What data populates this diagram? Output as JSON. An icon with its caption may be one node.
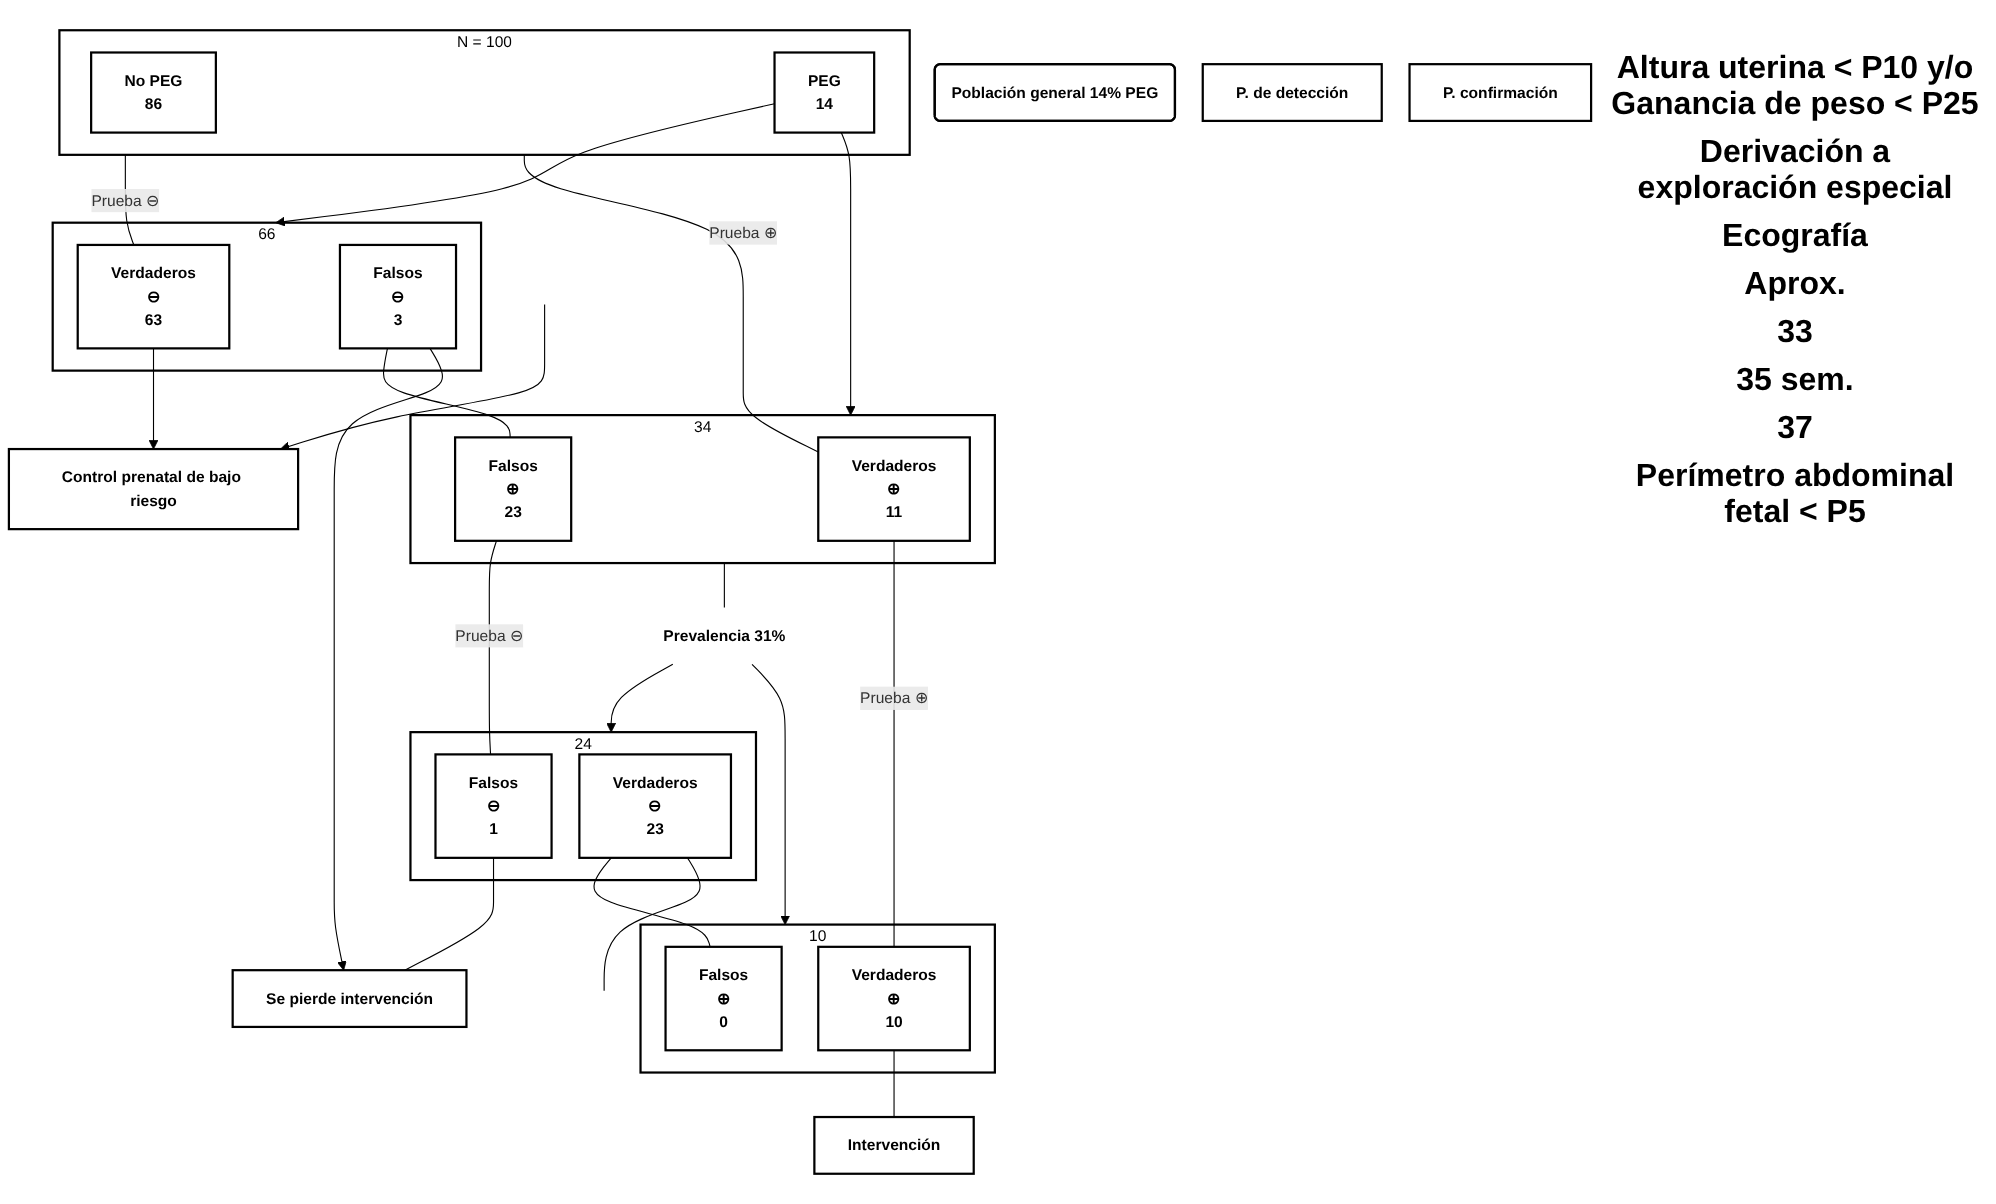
{
  "diagram": {
    "nodes": [
      {
        "text": [
          "Población general 14% PEG"
        ]
      },
      {
        "text": [
          "N = 100"
        ]
      },
      {
        "text": [
          "No PEG",
          "86"
        ],
        "in": 1
      },
      {
        "text": [
          "PEG",
          "14"
        ],
        "in": 1
      },
      {
        "text": [
          "66"
        ]
      },
      {
        "text": [
          "Verdaderos",
          "⊖",
          "63"
        ],
        "in": 4
      },
      {
        "text": [
          "Falsos",
          "⊖",
          "3"
        ],
        "in": 4
      },
      {
        "text": [
          "34"
        ]
      },
      {
        "text": [
          "Falsos",
          "⊕",
          "23"
        ],
        "in": 7
      },
      {
        "text": [
          "Verdaderos",
          "⊕",
          "11"
        ],
        "in": 7
      },
      {
        "text": [
          "Prevalencia 31%"
        ]
      },
      {
        "text": [
          "24"
        ]
      },
      {
        "text": [
          "Falsos",
          "⊖",
          "1"
        ],
        "in": 11
      },
      {
        "text": [
          "Verdaderos",
          "⊖",
          "23"
        ],
        "in": 11
      },
      {
        "text": [
          "10"
        ]
      },
      {
        "text": [
          "Falsos",
          "⊕",
          "0"
        ],
        "in": 14
      },
      {
        "text": [
          "Verdaderos",
          "⊕",
          "10"
        ],
        "in": 14
      },
      {
        "text": [
          "Control prenatal de bajo riesgo"
        ]
      },
      {
        "text": [
          "Se pierde intervención"
        ]
      },
      {
        "text": [
          "Intervención"
        ]
      },
      {
        "text": [
          "P. de detección"
        ]
      },
      {
        "text": [
          "P. confirmación"
        ]
      }
    ],
    "edges": [
      {
        "from": 3,
        "to": 4,
        "arrow": "to"
      },
      {
        "from": 3,
        "to": 7,
        "arrow": "to"
      },
      {
        "from": 1,
        "to": 5,
        "arrow": "none",
        "label": "Prueba ⊖"
      },
      {
        "from": 1,
        "to": 9,
        "arrow": "none",
        "label": "Prueba ⊕"
      },
      {
        "from": 6,
        "to": 8,
        "arrow": "none"
      },
      {
        "from": 5,
        "to": 17,
        "arrow": "to"
      },
      {
        "from": 6,
        "to": 18,
        "arrow": "to"
      },
      {
        "from": 7,
        "to": 10,
        "arrow": "none"
      },
      {
        "from": 10,
        "to": 11,
        "arrow": "to"
      },
      {
        "from": 10,
        "to": 14,
        "arrow": "to"
      },
      {
        "from": 8,
        "to": 12,
        "arrow": "none",
        "label": "Prueba ⊖"
      },
      {
        "from": 9,
        "to": 16,
        "arrow": "none",
        "label": "Prueba ⊕"
      },
      {
        "from": 13,
        "to": 15,
        "arrow": "none"
      },
      {
        "from": 12,
        "to": 18,
        "arrow": "none"
      },
      {
        "from": 16,
        "to": 19,
        "arrow": "none"
      },
      {
        "from": 13,
        "to": null,
        "arrow": "none"
      },
      {
        "from": null,
        "to": 17,
        "arrow": "to"
      }
    ],
    "labels": [
      "Altura uterina < P10 y/o Ganancia de peso < P25",
      "Derivación a exploración especial",
      "Ecografía",
      "Aprox.",
      "33",
      "35 sem.",
      "37",
      "Perímetro abdominal fetal < P5"
    ]
  }
}
